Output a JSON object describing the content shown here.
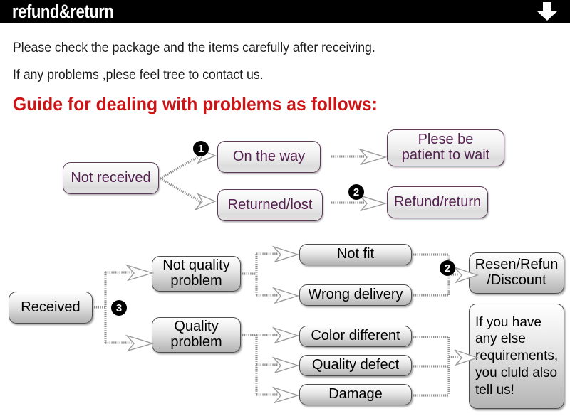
{
  "header": {
    "title": "refund&return",
    "arrow_icon": "down-arrow-icon"
  },
  "intro": {
    "line1": "Please check the package and the items carefully after receiving.",
    "line2": "If any problems ,plese feel tree to contact us.",
    "heading": "Guide for dealing with problems as follows:"
  },
  "colors": {
    "header_background": "#000000",
    "heading_red": "#cc1417",
    "purple_text": "#53204f",
    "purple_border": "#5d3a57",
    "gray_border": "#4d4d4d",
    "connector_gray": "#8f8f8f"
  },
  "flow_top": {
    "start": "Not received",
    "branches": [
      {
        "label": "On the way",
        "badge": "1",
        "result": "Plese be\npatient to wait"
      },
      {
        "label": "Returned/lost",
        "badge": "2",
        "result": "Refund/return"
      }
    ]
  },
  "flow_bottom": {
    "start": "Received",
    "badge": "3",
    "categories": [
      {
        "label": "Not quality\nproblem",
        "reasons": [
          "Not fit",
          "Wrong delivery"
        ],
        "badge": "2",
        "result": "Resen/Refun\n/Discount"
      },
      {
        "label": "Quality\nproblem",
        "reasons": [
          "Color different",
          "Quality defect",
          "Damage"
        ],
        "result": "If you have\nany else\nrequirements,\nyou cluld also\ntell us!"
      }
    ]
  }
}
